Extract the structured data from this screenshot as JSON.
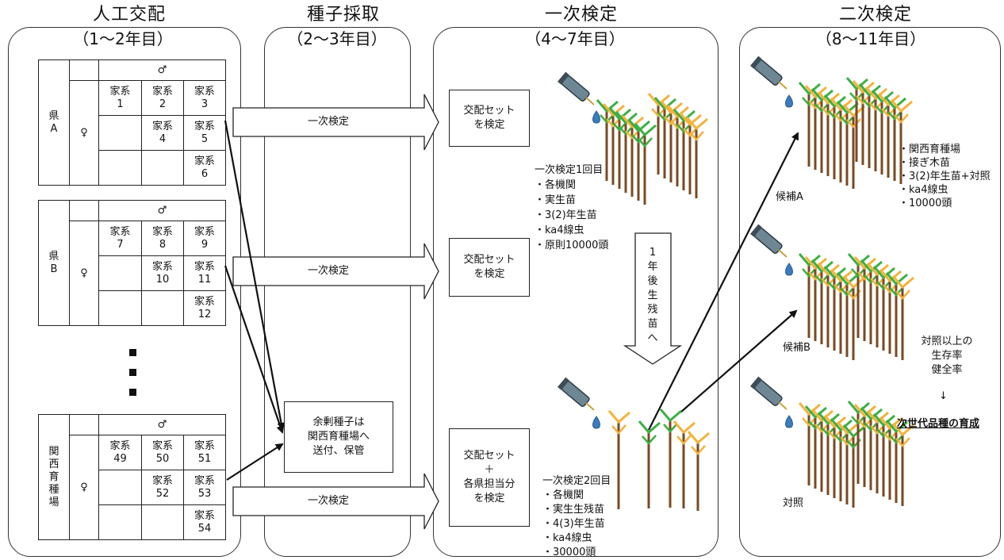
{
  "phases": [
    {
      "title": "人工交配",
      "sub": "（1～2年目）"
    },
    {
      "title": "種子採取",
      "sub": "（2～3年目）"
    },
    {
      "title": "一次検定",
      "sub": "（4～7年目）"
    },
    {
      "title": "二次検定",
      "sub": "（8～11年目）"
    }
  ],
  "crosses": [
    {
      "pref": "県\nA",
      "male": "♂",
      "female": "♀",
      "families": [
        [
          "家系",
          "1"
        ],
        [
          "家系",
          "2"
        ],
        [
          "家系",
          "3"
        ],
        [
          "家系",
          "4"
        ],
        [
          "家系",
          "5"
        ],
        [
          "家系",
          "6"
        ]
      ]
    },
    {
      "pref": "県\nB",
      "male": "♂",
      "female": "♀",
      "families": [
        [
          "家系",
          "7"
        ],
        [
          "家系",
          "8"
        ],
        [
          "家系",
          "9"
        ],
        [
          "家系",
          "10"
        ],
        [
          "家系",
          "11"
        ],
        [
          "家系",
          "12"
        ]
      ]
    },
    {
      "pref": "関\n西\n育\n種\n場",
      "male": "♂",
      "female": "♀",
      "families": [
        [
          "家系",
          "49"
        ],
        [
          "家系",
          "50"
        ],
        [
          "家系",
          "51"
        ],
        [
          "家系",
          "52"
        ],
        [
          "家系",
          "53"
        ],
        [
          "家系",
          "54"
        ]
      ]
    }
  ],
  "arrow_label": "一次検定",
  "surplus_box": "余剰種子は\n関西育種場へ\n送付、保管",
  "test_boxes": [
    "交配セット\nを検定",
    "交配セット\nを検定",
    "交配セット\n＋\n各県担当分\nを検定"
  ],
  "first_test_1": [
    "一次検定1回目",
    "・各機関",
    "・実生苗",
    "・3(2)年生苗",
    "・ka4線虫",
    "・原則10000頭"
  ],
  "first_test_2": [
    "一次検定2回目",
    "・各機関",
    "・実生生残苗",
    "・4(3)年生苗",
    "・ka4線虫",
    "・30000頭"
  ],
  "down_arrow_text": [
    "1",
    "年",
    "後",
    "生",
    "残",
    "苗",
    "へ"
  ],
  "second_test": [
    "・関西育種場",
    "・接ぎ木苗",
    "・3(2)年生苗+対照",
    "・ka4線虫",
    "・10000頭"
  ],
  "candidate_a": "候補A",
  "candidate_b": "候補B",
  "control": "対照",
  "criteria": [
    "対照以上の",
    "生存率",
    "健全率"
  ],
  "down_small": "↓",
  "result": "次世代品種の育成",
  "colors": {
    "green": "#3cb043",
    "orange": "#f4b23a",
    "trunk": "#7a4a22",
    "drop": "#3b7bbf",
    "syringe": "#6e8795"
  }
}
